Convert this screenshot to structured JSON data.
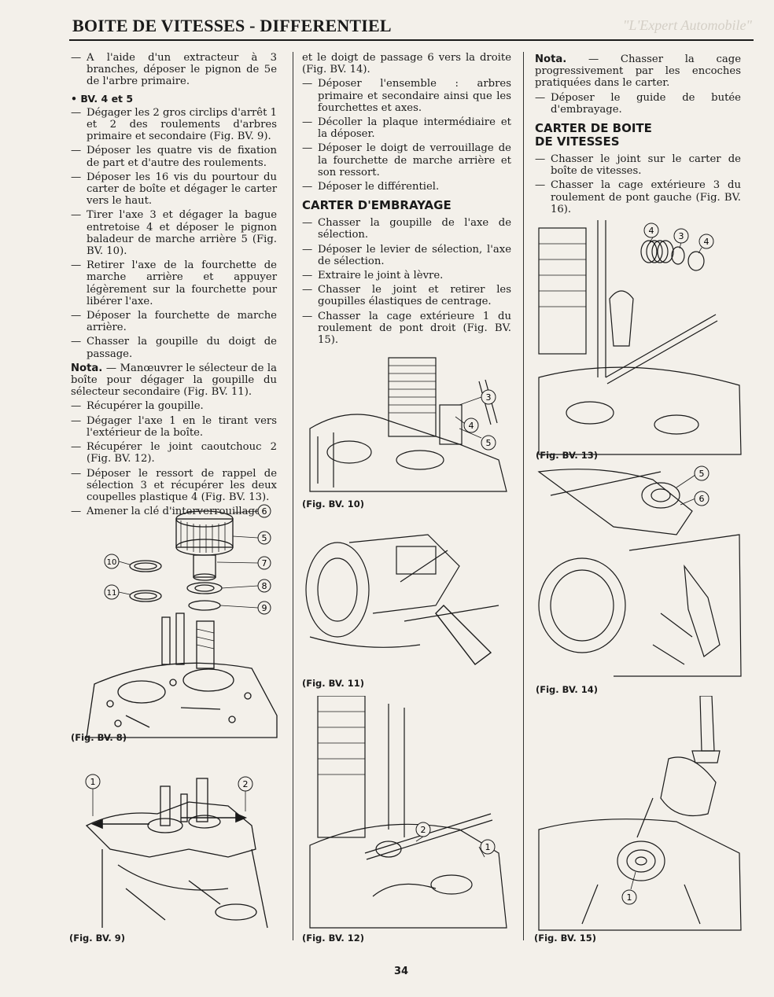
{
  "header": {
    "title": "BOITE DE VITESSES - DIFFERENTIEL",
    "publisher": "\"L'Expert Automobile\""
  },
  "column1": {
    "items": [
      "A l'aide d'un extracteur à 3 branches, déposer le pignon de 5e de l'arbre primaire."
    ],
    "subheading": "• BV. 4 et 5",
    "items2": [
      "Dégager les 2 gros circlips d'arrêt 1 et 2 des roulements d'arbres primaire et secondaire (Fig. BV. 9).",
      "Déposer les quatre vis de fixation de part et d'autre des roulements.",
      "Déposer les 16 vis du pourtour du carter de boîte et dégager le carter vers le haut.",
      "Tirer l'axe 3 et dégager la bague entretoise 4 et déposer le pignon baladeur de marche arrière 5 (Fig. BV. 10).",
      "Retirer l'axe de la fourchette de marche arrière et appuyer légèrement sur la fourchette pour libérer l'axe.",
      "Déposer la fourchette de marche arrière.",
      "Chasser la goupille du doigt de passage."
    ],
    "nota_label": "Nota.",
    "nota_text": " — Manœuvrer le sélecteur de la boîte pour dégager la goupille du sélecteur secondaire (Fig. BV. 11).",
    "items3": [
      "Récupérer la goupille.",
      "Dégager l'axe 1 en le tirant vers l'extérieur de la boîte.",
      "Récupérer le joint caoutchouc 2 (Fig. BV. 12).",
      "Déposer le ressort de rappel de sélection 3 et récupérer les deux coupelles plastique 4 (Fig. BV. 13).",
      "Amener la clé d'interverrouillage 5"
    ]
  },
  "column2": {
    "continuation": "et le doigt de passage 6 vers la droite (Fig. BV. 14).",
    "items": [
      "Déposer l'ensemble : arbres primaire et secondaire ainsi que les fourchettes et axes.",
      "Décoller la plaque intermédiaire et la déposer.",
      "Déposer le doigt de verrouillage de la fourchette de marche arrière et son ressort.",
      "Déposer le différentiel."
    ],
    "heading": "CARTER D'EMBRAYAGE",
    "items2": [
      "Chasser la goupille de l'axe de sélection.",
      "Déposer le levier de sélection, l'axe de sélection.",
      "Extraire le joint à lèvre.",
      "Chasser le joint et retirer les goupilles élastiques de centrage.",
      "Chasser la cage extérieure 1 du roulement de pont droit (Fig. BV. 15)."
    ]
  },
  "column3": {
    "nota_label": "Nota.",
    "nota_text": " — Chasser la cage progressivement par les encoches pratiquées dans le carter.",
    "items": [
      "Déposer le guide de butée d'embrayage."
    ],
    "heading_line1": "CARTER DE BOITE",
    "heading_line2": "DE VITESSES",
    "items2": [
      "Chasser le joint sur le carter de boîte de vitesses.",
      "Chasser la cage extérieure 3 du roulement de pont gauche (Fig. BV. 16)."
    ]
  },
  "figures": {
    "bv8": {
      "caption": "(Fig. BV. 8)",
      "callouts": [
        "6",
        "5",
        "7",
        "8",
        "9",
        "10",
        "11"
      ]
    },
    "bv9": {
      "caption": "(Fig. BV. 9)",
      "callouts": [
        "1",
        "2"
      ]
    },
    "bv10": {
      "caption": "(Fig. BV. 10)",
      "callouts": [
        "3",
        "4",
        "5"
      ]
    },
    "bv11": {
      "caption": "(Fig. BV. 11)"
    },
    "bv12": {
      "caption": "(Fig. BV. 12)",
      "callouts": [
        "2",
        "1"
      ]
    },
    "bv13": {
      "caption": "(Fig. BV. 13)",
      "callouts": [
        "4",
        "3",
        "4"
      ]
    },
    "bv14": {
      "caption": "(Fig. BV. 14)",
      "callouts": [
        "5",
        "6"
      ]
    },
    "bv15": {
      "caption": "(Fig. BV. 15)",
      "callouts": [
        "1"
      ]
    }
  },
  "footer": {
    "page_number": "34"
  }
}
